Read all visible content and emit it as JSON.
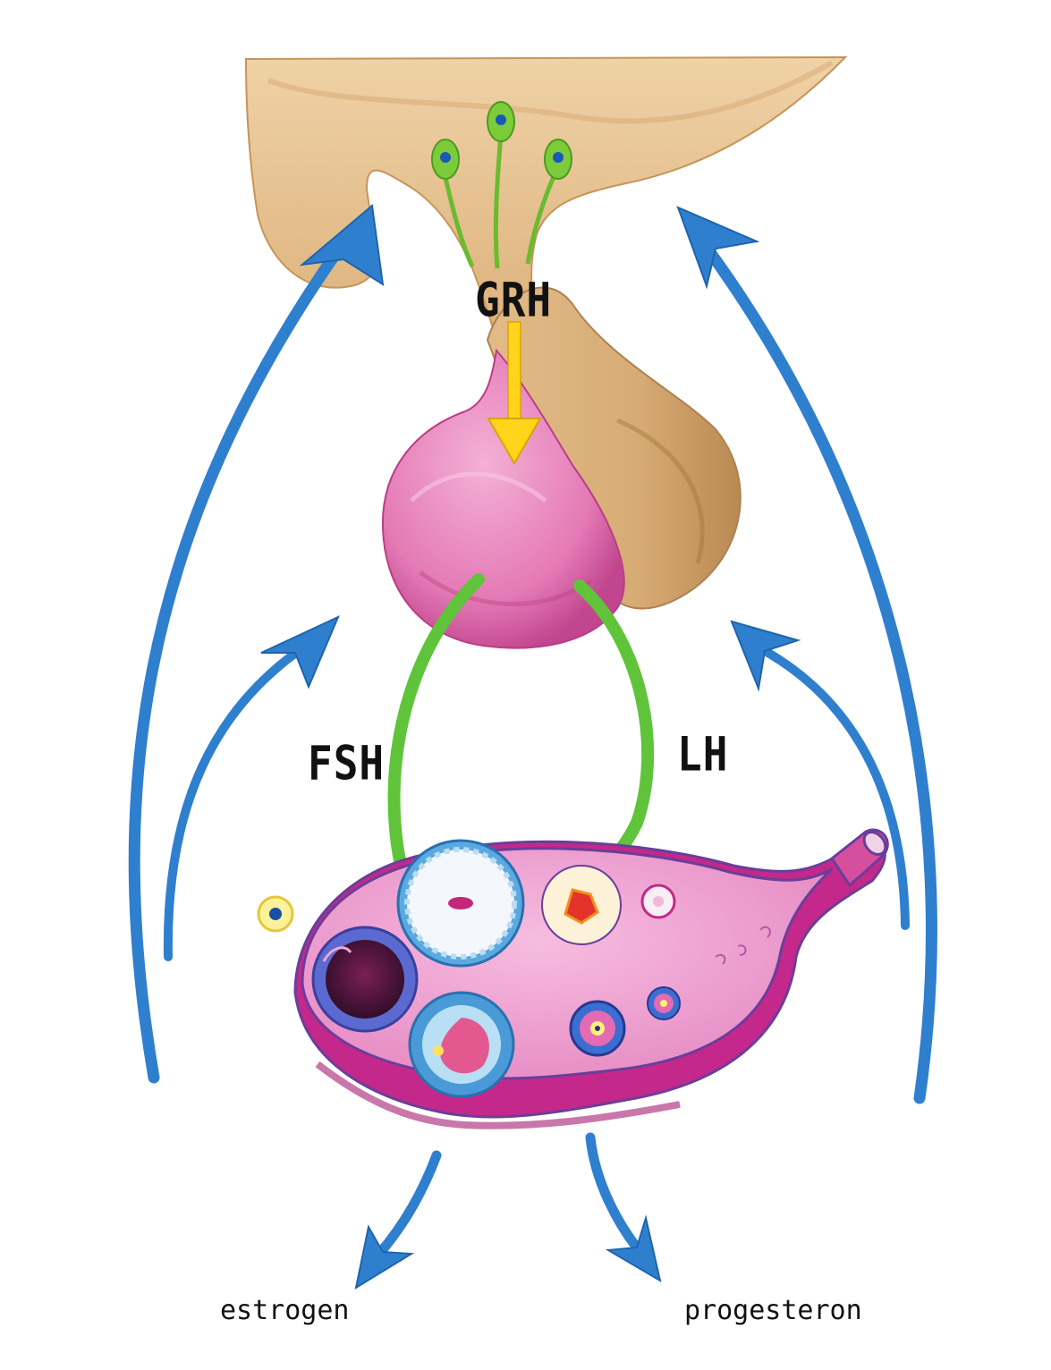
{
  "labels": {
    "grh": "GRH",
    "fsh": "FSH",
    "lh": "LH",
    "estrogen": "estrogen",
    "progesteron": "progesteron"
  },
  "colors": {
    "hypothalamus": "#e8c291",
    "hypothalamus_shade": "#c99a63",
    "pituitary": "#e47ab6",
    "pituitary_shade": "#c2468f",
    "ovary": "#ef9fd0",
    "ovary_rim": "#c4288a",
    "ovary_outline": "#6a3e9a",
    "feedback_arrow": "#2f7fcf",
    "hormone_arrow": "#5fc43a",
    "grh_arrow": "#ffd41a",
    "neuron": "#7ccc3a",
    "text": "#111111"
  }
}
